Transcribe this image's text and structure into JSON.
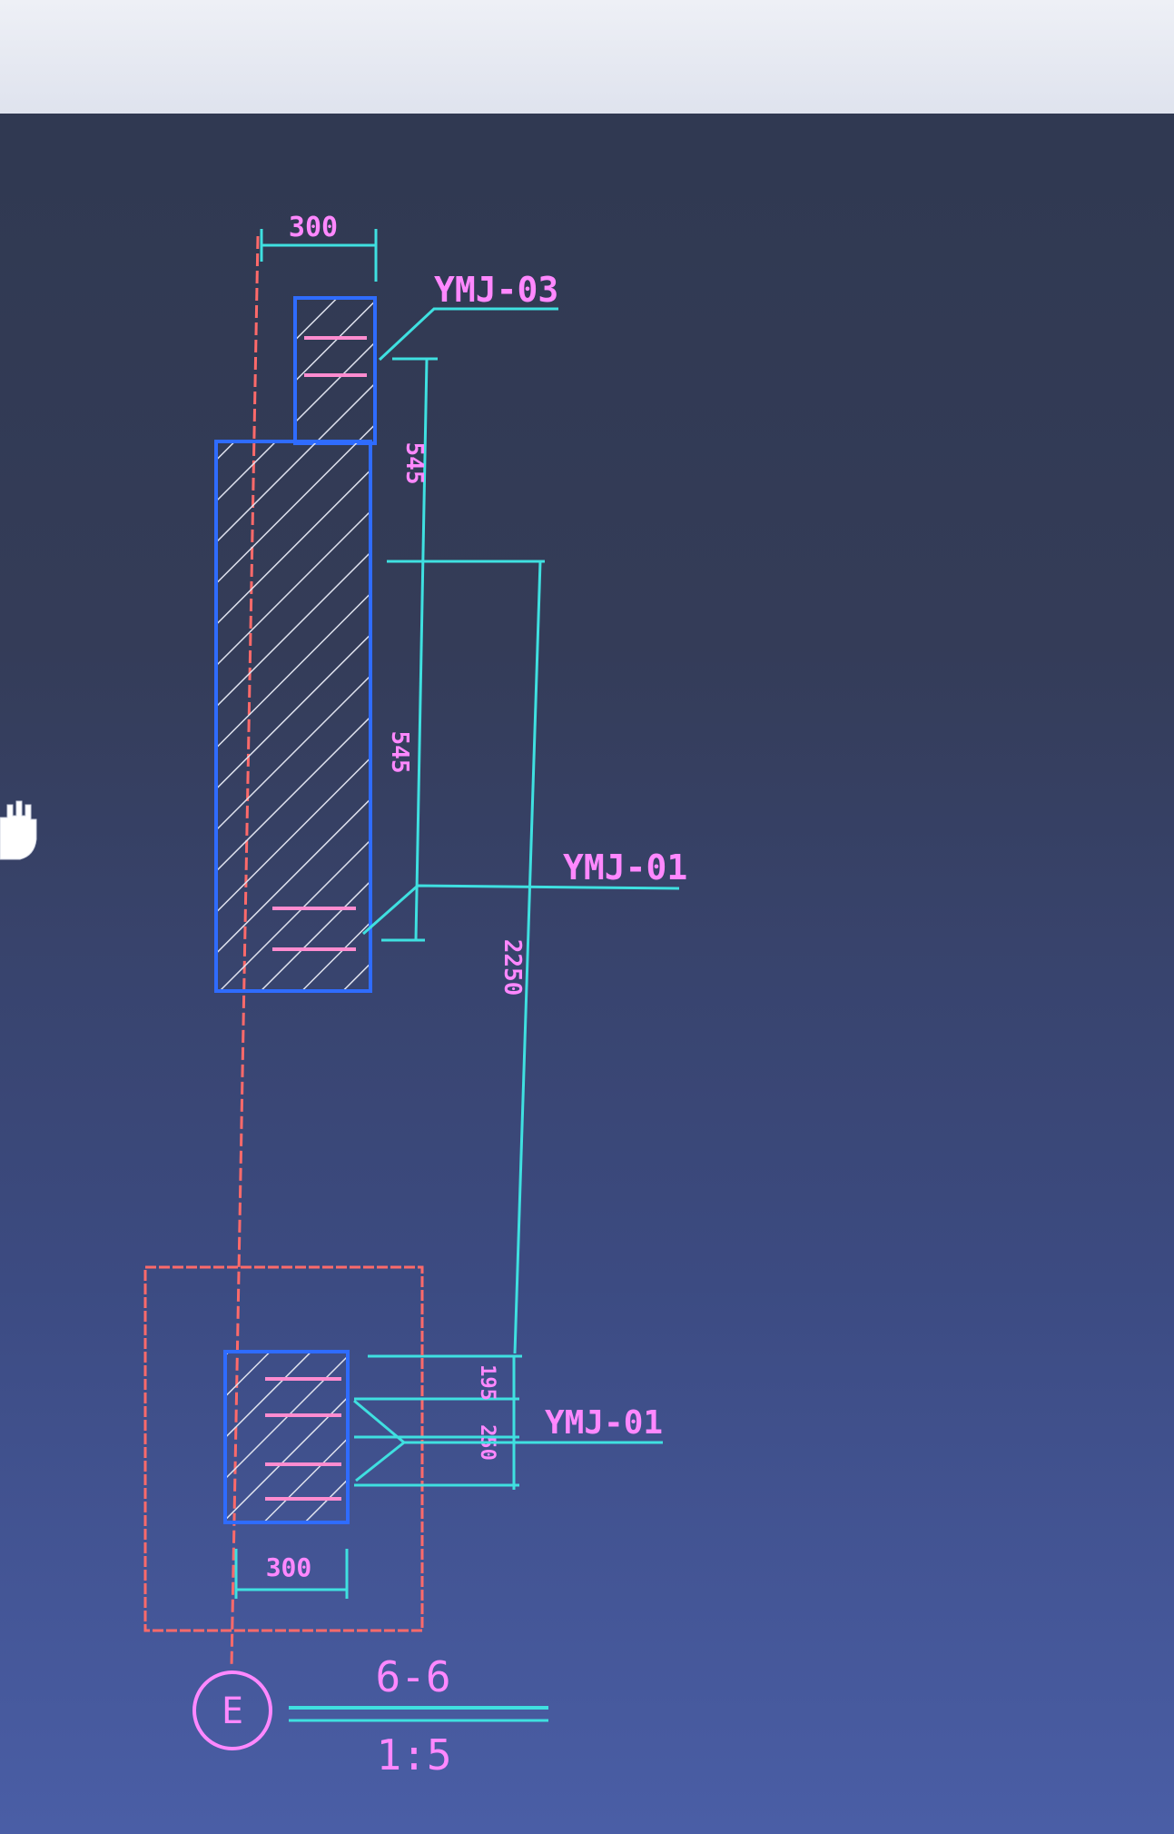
{
  "drawing": {
    "dims": {
      "top_width": "300",
      "upper_beam_height": "545",
      "lower_beam_height": "545",
      "span_height": "2250",
      "bottom_upper": "195",
      "bottom_lower": "250",
      "bottom_width": "300"
    },
    "labels": {
      "upper_tag": "YMJ-03",
      "mid_tag": "YMJ-01",
      "bottom_tag": "YMJ-01"
    },
    "axis_marker": "E",
    "section": {
      "name": "6-6",
      "scale": "1:5"
    }
  },
  "colors": {
    "dimension": "#3fe0e0",
    "outline": "#2f6cff",
    "axis": "#ff6a6a",
    "text": "#ff88ff",
    "hatch": "#e8e8f0"
  },
  "icons": {
    "cursor": "pan-hand-icon"
  }
}
